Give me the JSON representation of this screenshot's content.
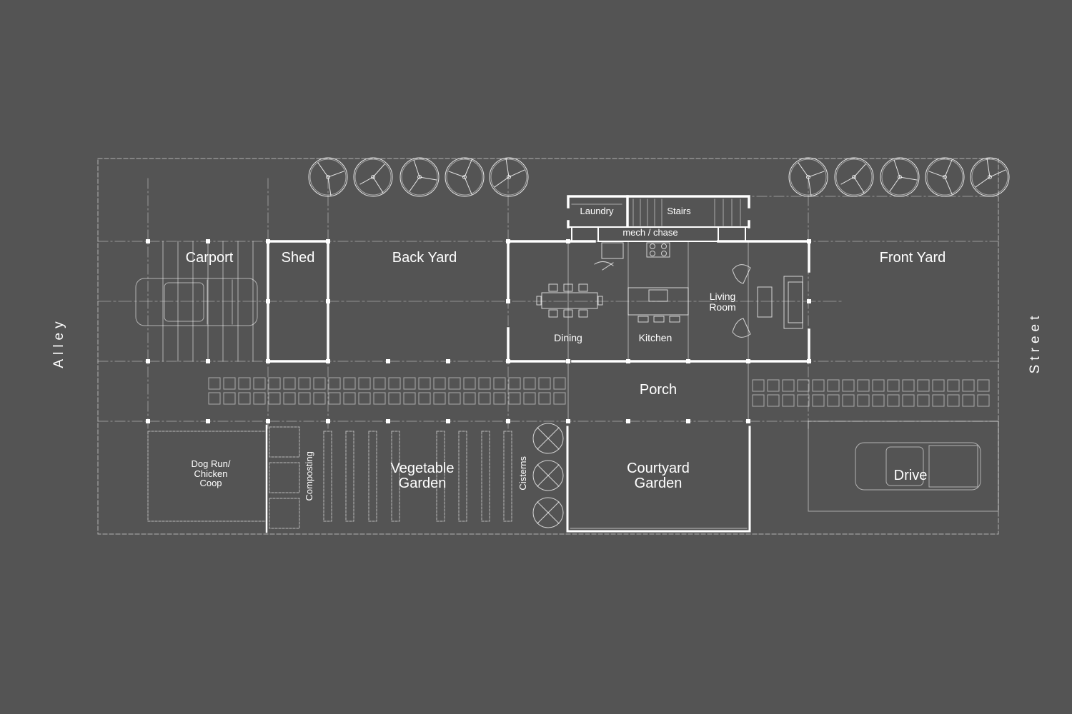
{
  "colors": {
    "background": "#545454",
    "lines": "#ffffff"
  },
  "labels": {
    "alley": "Alley",
    "street": "Street",
    "carport": "Carport",
    "shed": "Shed",
    "back_yard": "Back Yard",
    "front_yard": "Front Yard",
    "laundry": "Laundry",
    "stairs": "Stairs",
    "mech_chase": "mech / chase",
    "dining": "Dining",
    "kitchen": "Kitchen",
    "living_room": "Living\nRoom",
    "porch": "Porch",
    "dog_run": "Dog Run/\nChicken\nCoop",
    "composting": "Composting",
    "vegetable_garden": "Vegetable\nGarden",
    "cisterns": "Cisterns",
    "courtyard_garden": "Courtyard\nGarden",
    "drive": "Drive"
  },
  "icons": [
    "tree-icon",
    "car-icon",
    "cistern-icon",
    "dining-table-icon",
    "sofa-icon",
    "armchair-icon",
    "stove-icon",
    "sink-icon"
  ]
}
